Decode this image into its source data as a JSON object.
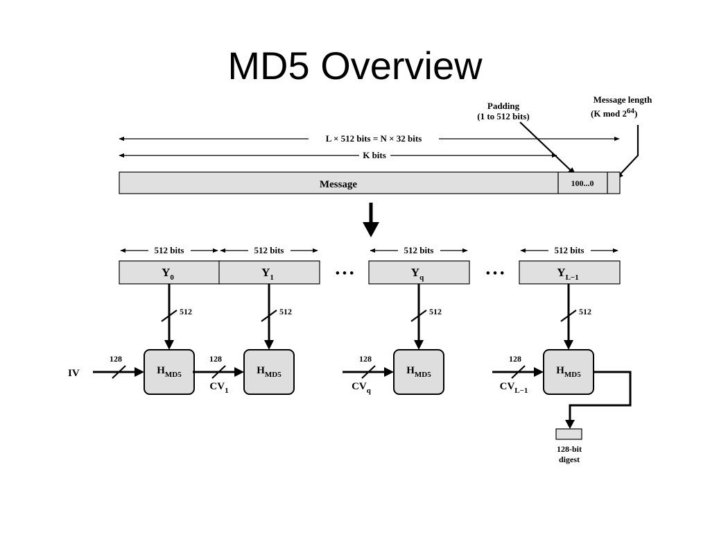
{
  "title": "MD5 Overview",
  "top": {
    "total_length": "L × 512 bits = N × 32 bits",
    "k_bits": "K bits",
    "message": "Message",
    "padding_value": "100...0",
    "padding_label_line1": "Padding",
    "padding_label_line2": "(1 to 512 bits)",
    "length_label_line1": "Message length",
    "length_label_line2": "(K mod 2",
    "length_label_exp": "64",
    "length_label_close": ")"
  },
  "blocks": [
    {
      "size": "512 bits",
      "base": "Y",
      "sub": "0"
    },
    {
      "size": "512 bits",
      "base": "Y",
      "sub": "1"
    },
    {
      "size": "512 bits",
      "base": "Y",
      "sub": "q"
    },
    {
      "size": "512 bits",
      "base": "Y",
      "sub": "L−1"
    }
  ],
  "ellipsis": "• • •",
  "bus_width": "512",
  "chain_width": "128",
  "hmd5": {
    "base": "H",
    "sub": "MD5"
  },
  "iv": "IV",
  "cvs": [
    {
      "base": "CV",
      "sub": "1"
    },
    {
      "base": "CV",
      "sub": "q"
    },
    {
      "base": "CV",
      "sub": "L−1"
    }
  ],
  "digest_line1": "128-bit",
  "digest_line2": "digest"
}
